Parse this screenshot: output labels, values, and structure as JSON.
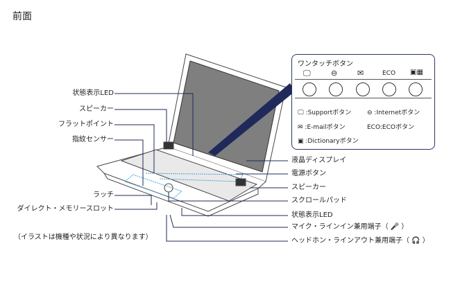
{
  "title": "前面",
  "left_labels": [
    "状態表示LED",
    "スピーカー",
    "フラットポイント",
    "指紋センサー",
    "ラッチ",
    "ダイレクト・メモリースロット"
  ],
  "note": "（イラストは機種や状況により異なります）",
  "right_labels": [
    "液晶ディスプレイ",
    "電源ボタン",
    "スピーカー",
    "スクロールパッド",
    "状態表示LED",
    "マイク・ラインイン兼用端子（ 🎤 ）",
    "ヘッドホン・ラインアウト兼用端子（ 🎧 ）"
  ],
  "inset": {
    "title": "ワンタッチボタン",
    "eco": "ECO",
    "legend": [
      ":Supportボタン",
      ":Internetボタン",
      ":E-mailボタン",
      "ECO:ECOボタン",
      ":Dictionaryボタン"
    ]
  },
  "colors": {
    "line": "#1f2a5a"
  }
}
